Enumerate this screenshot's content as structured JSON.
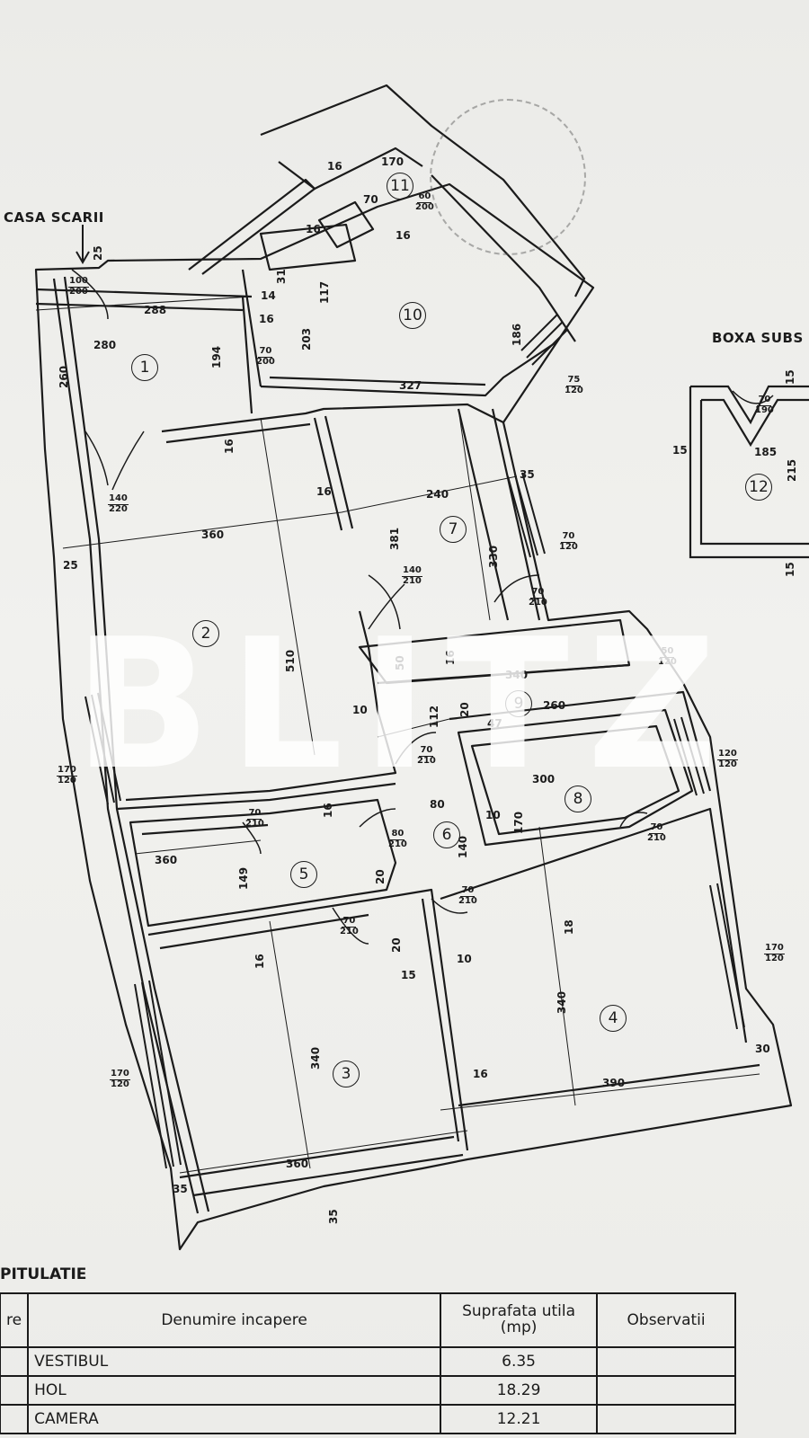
{
  "labels": {
    "casa_scarii": "CASA SCARII",
    "boxa": "BOXA SUBS",
    "recap_title": "PITULATIE",
    "watermark": "BLITZ"
  },
  "rooms": [
    "1",
    "2",
    "3",
    "4",
    "5",
    "6",
    "7",
    "8",
    "9",
    "10",
    "11",
    "12"
  ],
  "doors": {
    "d1": {
      "w": "100",
      "h": "200"
    },
    "d2": {
      "w": "70",
      "h": "200"
    },
    "d3": {
      "w": "140",
      "h": "220"
    },
    "d4": {
      "w": "60",
      "h": "200"
    },
    "d5": {
      "w": "75",
      "h": "120"
    },
    "d6": {
      "w": "70",
      "h": "190"
    },
    "d7": {
      "w": "140",
      "h": "210"
    },
    "d8": {
      "w": "70",
      "h": "120"
    },
    "d9": {
      "w": "70",
      "h": "210"
    },
    "d10": {
      "w": "50",
      "h": "120"
    },
    "d11": {
      "w": "70",
      "h": "210"
    },
    "d12": {
      "w": "120",
      "h": "120"
    },
    "d13": {
      "w": "170",
      "h": "120"
    },
    "d14": {
      "w": "70",
      "h": "210"
    },
    "d15": {
      "w": "80",
      "h": "210"
    },
    "d16": {
      "w": "70",
      "h": "210"
    },
    "d17": {
      "w": "70",
      "h": "210"
    },
    "d18": {
      "w": "70",
      "h": "210"
    },
    "d19": {
      "w": "170",
      "h": "120"
    },
    "d20": {
      "w": "170",
      "h": "120"
    }
  },
  "dims": {
    "a25": "25",
    "a288": "288",
    "a280": "280",
    "a260": "260",
    "a194": "194",
    "a16a": "16",
    "a31": "31",
    "a14": "14",
    "a117": "117",
    "a203": "203",
    "a327": "327",
    "a186": "186",
    "a170": "170",
    "a70": "70",
    "a16b": "16",
    "a16c": "16",
    "a16d": "16",
    "a16e": "16",
    "a15": "15",
    "a185": "185",
    "a215": "215",
    "a15b": "15",
    "a15c": "15",
    "a240": "240",
    "a35": "35",
    "a16f": "16",
    "a360": "360",
    "a25b": "25",
    "a381": "381",
    "a330": "330",
    "a510": "510",
    "a50": "50",
    "a16g": "16",
    "a340": "340",
    "a10": "10",
    "a112": "112",
    "a20": "20",
    "a47": "47",
    "a260b": "260",
    "a300": "300",
    "a80": "80",
    "a10b": "10",
    "a170b": "170",
    "a16h": "16",
    "a360b": "360",
    "a149": "149",
    "a20b": "20",
    "a140": "140",
    "a16i": "16",
    "a20c": "20",
    "a15d": "15",
    "a10c": "10",
    "a340b": "340",
    "a340c": "340",
    "a16j": "16",
    "a390": "390",
    "a30": "30",
    "a35b": "35",
    "a360c": "360",
    "a35c": "35",
    "a18": "18"
  },
  "table": {
    "headers": [
      "re",
      "Denumire incapere",
      "Suprafata utila\n(mp)",
      "Observatii"
    ],
    "rows": [
      {
        "name": "VESTIBUL",
        "area": "6.35",
        "obs": ""
      },
      {
        "name": "HOL",
        "area": "18.29",
        "obs": ""
      },
      {
        "name": "CAMERA",
        "area": "12.21",
        "obs": ""
      }
    ]
  }
}
